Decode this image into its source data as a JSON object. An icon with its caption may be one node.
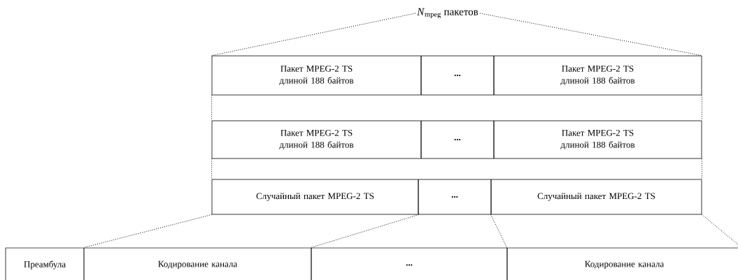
{
  "diagram": {
    "nodes": [
      {
        "text": [
          "*N*$_{mpeg}$ пакетов"
        ]
      },
      {
        "text": [
          "Пакет MPEG-2 TS длиной 188 байтов"
        ]
      },
      {
        "text": [
          "..."
        ]
      },
      {
        "text": [
          "Пакет MPEG-2 TS длиной 188 байтов"
        ]
      },
      {
        "text": [
          "Пакет MPEG-2 TS длиной 188 байтов"
        ]
      },
      {
        "text": [
          "..."
        ]
      },
      {
        "text": [
          "Пакет MPEG-2 TS длиной 188 байтов"
        ]
      },
      {
        "text": [
          "Случайный пакет MPEG-2 TS"
        ]
      },
      {
        "text": [
          "..."
        ]
      },
      {
        "text": [
          "Случайный пакет MPEG-2 TS"
        ]
      },
      {
        "text": [
          "Преамбула"
        ]
      },
      {
        "text": [
          "Кодирование канала"
        ]
      },
      {
        "text": [
          "..."
        ]
      },
      {
        "text": [
          "Кодирование канала"
        ]
      }
    ],
    "edges": [
      {
        "from": 0,
        "to": 1,
        "arrow": "none",
        "style": "dashed"
      },
      {
        "from": 0,
        "to": 3,
        "arrow": "none",
        "style": "dashed"
      },
      {
        "from": 1,
        "to": 4,
        "arrow": "none",
        "style": "dashed"
      },
      {
        "from": 3,
        "to": 6,
        "arrow": "none",
        "style": "dashed"
      },
      {
        "from": 4,
        "to": 7,
        "arrow": "none",
        "style": "dashed"
      },
      {
        "from": 6,
        "to": 9,
        "arrow": "none",
        "style": "dashed"
      },
      {
        "from": 7,
        "to": 11,
        "arrow": "none",
        "style": "dashed"
      },
      {
        "from": 7,
        "to": 12,
        "arrow": "none",
        "style": "dashed"
      },
      {
        "from": 9,
        "to": 13,
        "arrow": "none",
        "style": "dashed"
      },
      {
        "from": 9,
        "to": 13,
        "arrow": "none",
        "style": "dashed"
      }
    ]
  }
}
